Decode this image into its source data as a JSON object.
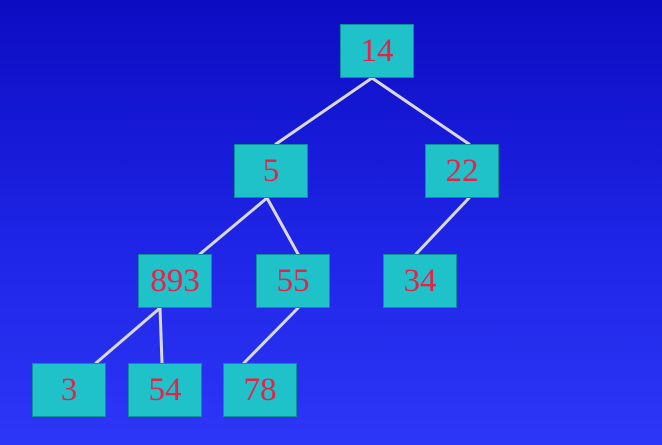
{
  "tree": {
    "nodes": {
      "root": "14",
      "left": "5",
      "right": "22",
      "left_left": "893",
      "left_right": "55",
      "right_left": "34",
      "left_left_left": "3",
      "left_left_right": "54",
      "left_right_left": "78"
    }
  },
  "colors": {
    "background_top": "#0c0cc2",
    "background_bottom": "#2d37f6",
    "node_fill": "#1ec2c8",
    "node_text": "#e8204a",
    "edge": "#d9d9e6"
  }
}
